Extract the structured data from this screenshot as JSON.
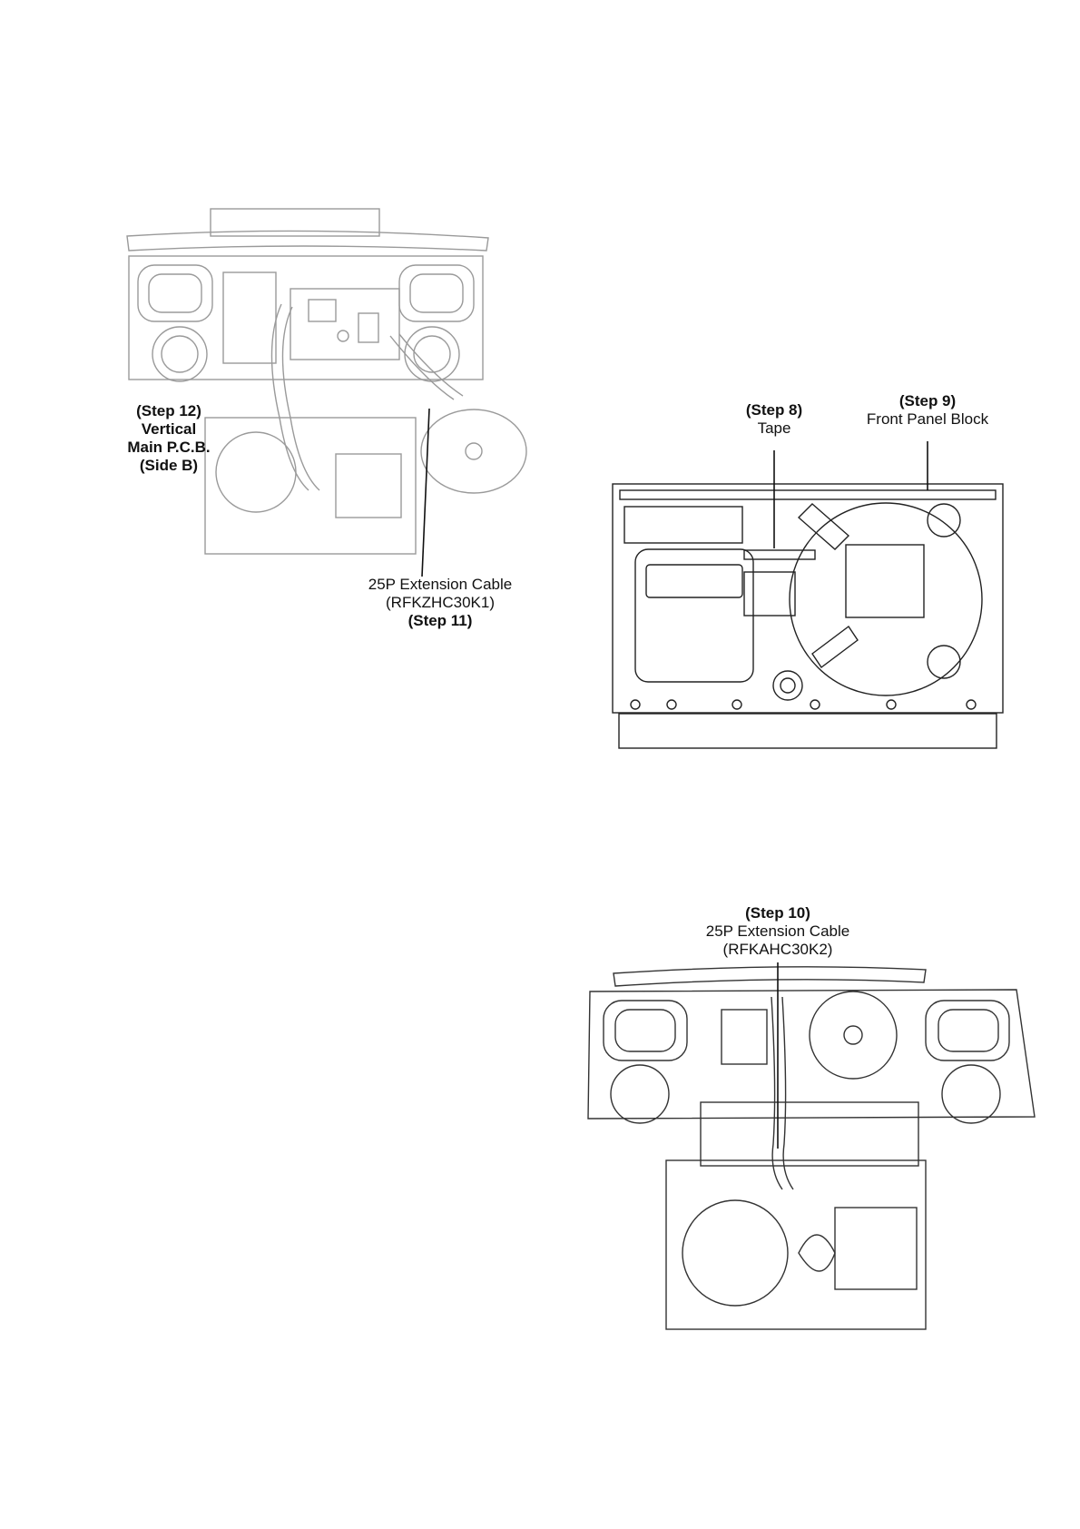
{
  "figures": [
    {
      "id": "vertical-main-pcb-view",
      "labels": {
        "step12": {
          "step": "(Step 12)",
          "lines": [
            "Vertical",
            "Main P.C.B.",
            "(Side B)"
          ]
        },
        "step11": {
          "lines": [
            "25P Extension Cable",
            "(RFKZHC30K1)"
          ],
          "step": "(Step 11)"
        }
      }
    },
    {
      "id": "front-panel-view",
      "labels": {
        "step8": {
          "step": "(Step 8)",
          "text": "Tape"
        },
        "step9": {
          "step": "(Step 9)",
          "text": "Front Panel Block"
        }
      }
    },
    {
      "id": "extension-cable-view",
      "labels": {
        "step10": {
          "step": "(Step 10)",
          "lines": [
            "25P Extension Cable",
            "(RFKAHC30K2)"
          ]
        }
      }
    }
  ]
}
